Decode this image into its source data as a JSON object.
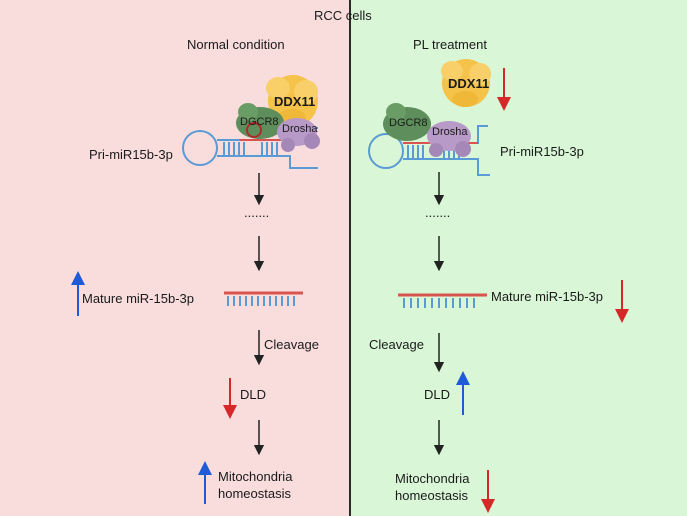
{
  "title": "RCC cells",
  "left": {
    "heading": "Normal condition",
    "protein_large": "DDX11",
    "protein_dgcr8": "DGCR8",
    "protein_drosha": "Drosha",
    "pri_label": "Pri-miR15b-3p",
    "dots": ".......",
    "mature_label": "Mature miR-15b-3p",
    "cleavage": "Cleavage",
    "target": "DLD",
    "outcome_line1": "Mitochondria",
    "outcome_line2": "homeostasis"
  },
  "right": {
    "heading": "PL treatment",
    "protein_large": "DDX11",
    "protein_dgcr8": "DGCR8",
    "protein_drosha": "Drosha",
    "pri_label": "Pri-miR15b-3p",
    "dots": ".......",
    "mature_label": "Mature miR-15b-3p",
    "cleavage": "Cleavage",
    "target": "DLD",
    "outcome_line1": "Mitochondria",
    "outcome_line2": "homeostasis"
  },
  "colors": {
    "left_bg": "#f9dddd",
    "right_bg": "#d9f7d7",
    "rna_strand": "#5b9bd5",
    "mirna_strand": "#d9534f",
    "up_arrow": "#1f5bd6",
    "down_arrow": "#d62828",
    "ddx11": "#f5c24a",
    "dgcr8": "#5e8e5b",
    "drosha": "#b89ac9"
  }
}
